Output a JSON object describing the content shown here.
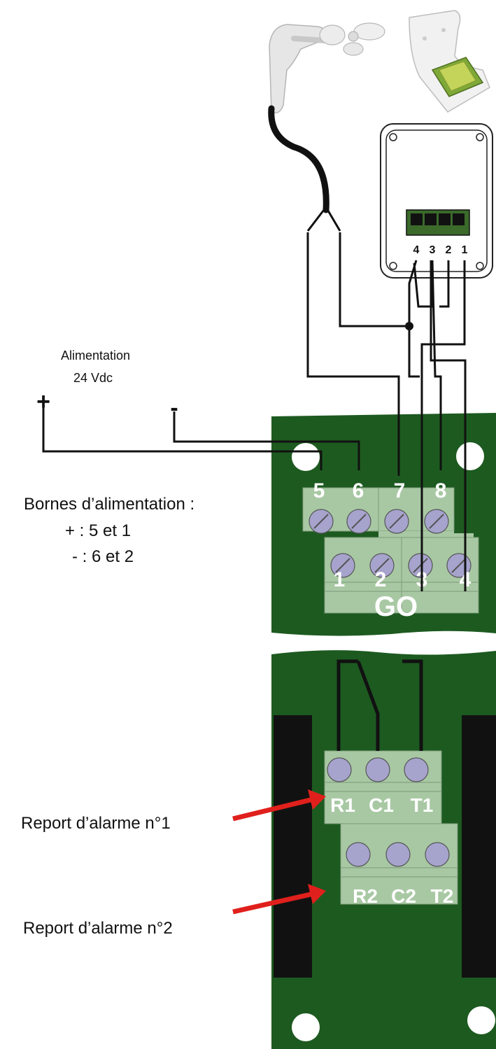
{
  "power": {
    "title": "Alimentation",
    "voltage": "24 Vdc",
    "plus_symbol": "+",
    "minus_symbol": "-"
  },
  "power_terminals_note": {
    "title": "Bornes d’alimentation :",
    "plus_line": "+ : 5 et 1",
    "minus_line": "- : 6 et 2"
  },
  "sensor_box": {
    "terminals": [
      "4",
      "3",
      "2",
      "1"
    ]
  },
  "go_board": {
    "top_terminals": [
      "5",
      "6",
      "7",
      "8"
    ],
    "bottom_terminals": [
      "1",
      "2",
      "3",
      "4"
    ],
    "label": "GO"
  },
  "relay_board": {
    "row1_terminals": [
      "R1",
      "C1",
      "T1"
    ],
    "row2_terminals": [
      "R2",
      "C2",
      "T2"
    ]
  },
  "alarms": {
    "alarm1": "Report d’alarme n°1",
    "alarm2": "Report d’alarme n°2"
  },
  "colors": {
    "board_green": "#1d5a20",
    "terminal_green": "#a8c8a4",
    "screw": "#a6a3cd",
    "wire": "#111111",
    "arrow": "#e0201c"
  }
}
